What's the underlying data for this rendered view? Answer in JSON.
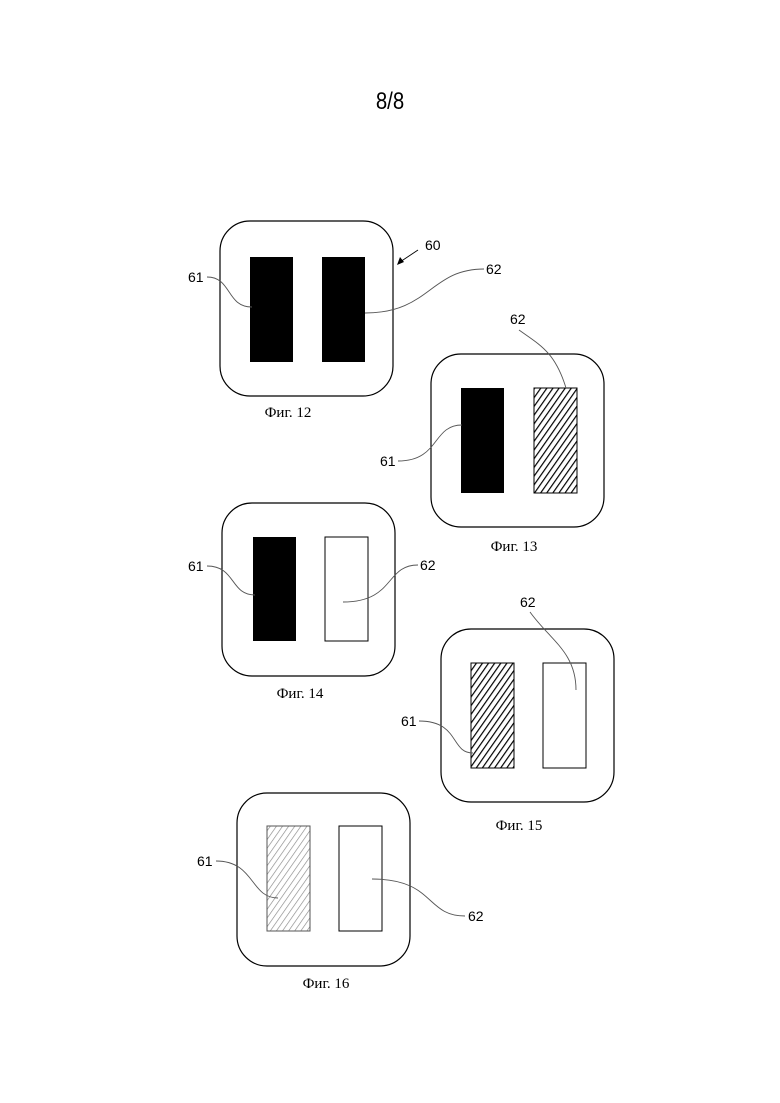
{
  "page": {
    "number": "8/8"
  },
  "figures": [
    {
      "caption": "Фиг. 12",
      "labels": {
        "assembly": "60",
        "left": "61",
        "right": "62"
      }
    },
    {
      "caption": "Фиг. 13",
      "labels": {
        "left": "61",
        "right": "62"
      }
    },
    {
      "caption": "Фиг. 14",
      "labels": {
        "left": "61",
        "right": "62"
      }
    },
    {
      "caption": "Фиг. 15",
      "labels": {
        "left": "61",
        "right": "62"
      }
    },
    {
      "caption": "Фиг. 16",
      "labels": {
        "left": "61",
        "right": "62"
      }
    }
  ],
  "fills": {
    "black": "#000000",
    "hatched_dense": "#000000",
    "hatched_light": "#888888",
    "empty": "#ffffff"
  }
}
